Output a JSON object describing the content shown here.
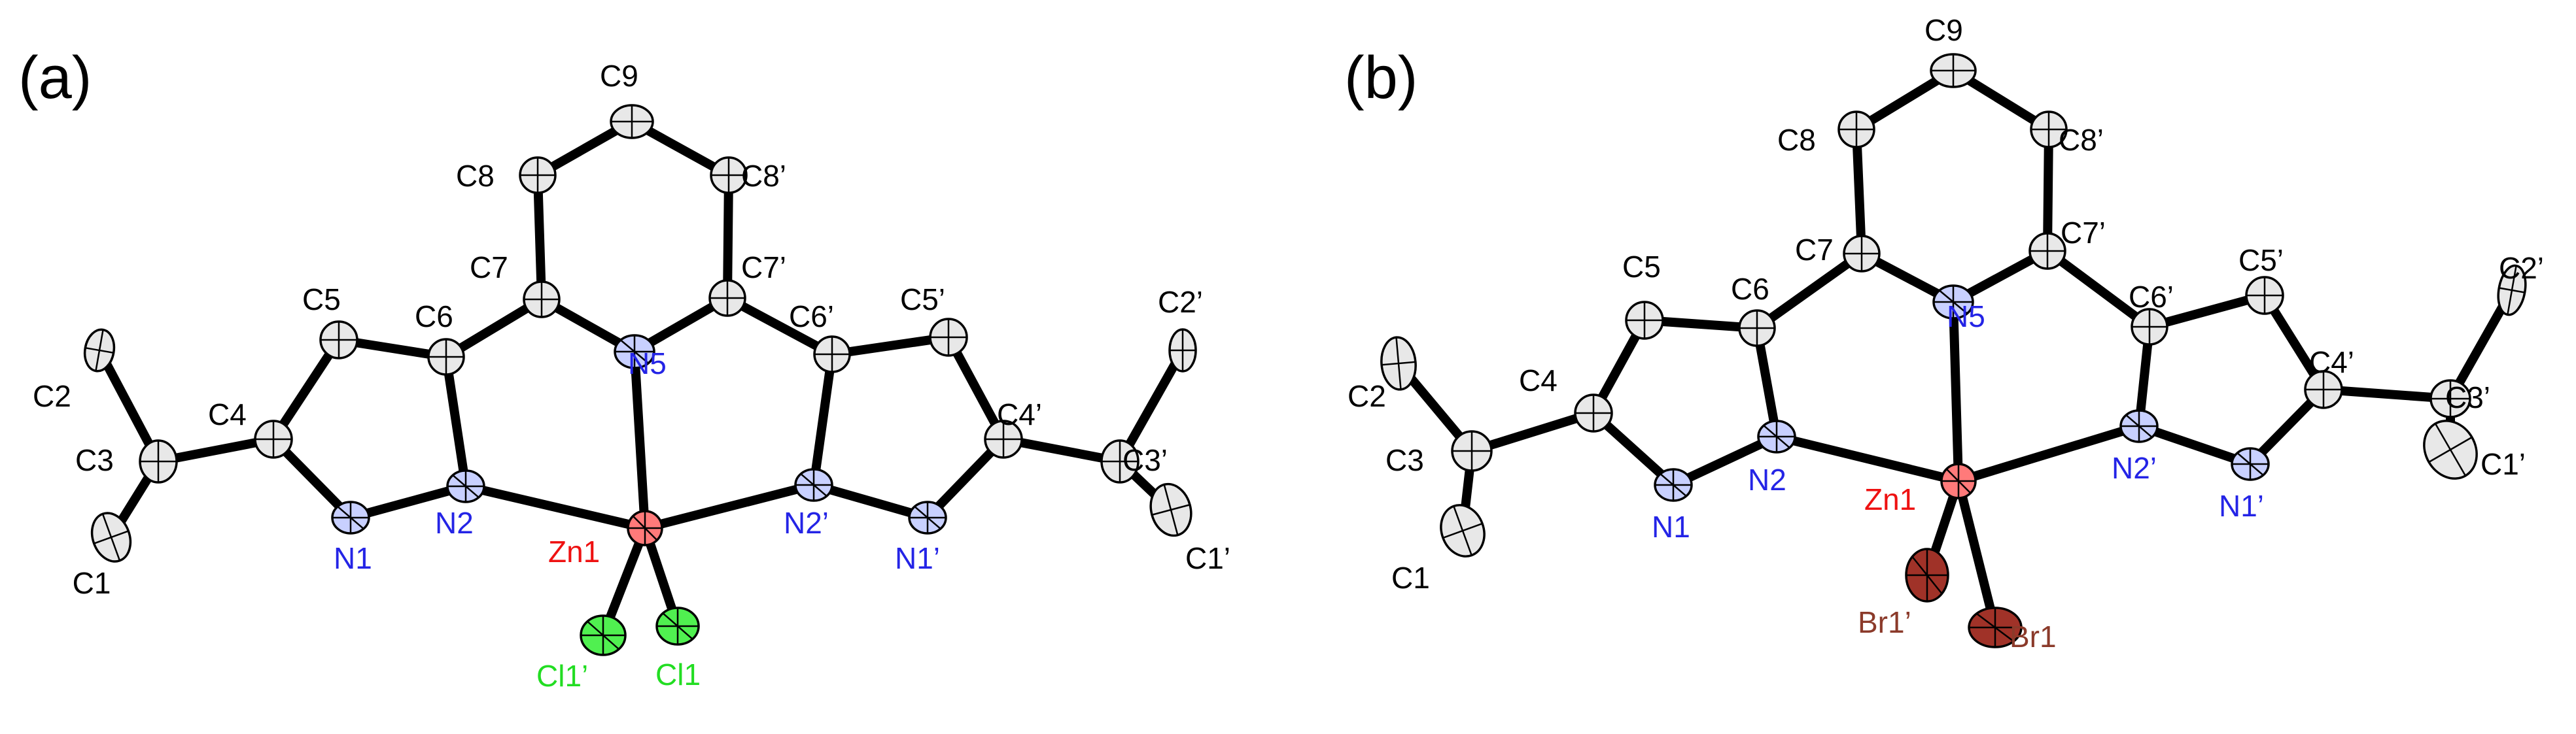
{
  "colors": {
    "carbon": "#e8e8e8",
    "carbon_label": "#000000",
    "nitrogen": "#c8d0ff",
    "nitrogen_label": "#2424e6",
    "zinc": "#ff7a7a",
    "zinc_label": "#ee1111",
    "chlorine": "#50f050",
    "chlorine_label": "#22dd22",
    "bromine": "#a03228",
    "bromine_label": "#8b3a2a"
  },
  "panels": [
    {
      "label": "(a)",
      "atoms": [
        {
          "id": "C1",
          "label": "C1",
          "el": "C"
        },
        {
          "id": "C2",
          "label": "C2",
          "el": "C"
        },
        {
          "id": "C3",
          "label": "C3",
          "el": "C"
        },
        {
          "id": "C4",
          "label": "C4",
          "el": "C"
        },
        {
          "id": "C5",
          "label": "C5",
          "el": "C"
        },
        {
          "id": "C6",
          "label": "C6",
          "el": "C"
        },
        {
          "id": "C7",
          "label": "C7",
          "el": "C"
        },
        {
          "id": "C8",
          "label": "C8",
          "el": "C"
        },
        {
          "id": "C9",
          "label": "C9",
          "el": "C"
        },
        {
          "id": "C8p",
          "label": "C8’",
          "el": "C"
        },
        {
          "id": "C7p",
          "label": "C7’",
          "el": "C"
        },
        {
          "id": "C6p",
          "label": "C6’",
          "el": "C"
        },
        {
          "id": "C5p",
          "label": "C5’",
          "el": "C"
        },
        {
          "id": "C4p",
          "label": "C4’",
          "el": "C"
        },
        {
          "id": "C3p",
          "label": "C3’",
          "el": "C"
        },
        {
          "id": "C2p",
          "label": "C2’",
          "el": "C"
        },
        {
          "id": "C1p",
          "label": "C1’",
          "el": "C"
        },
        {
          "id": "N1",
          "label": "N1",
          "el": "N"
        },
        {
          "id": "N2",
          "label": "N2",
          "el": "N"
        },
        {
          "id": "N5",
          "label": "N5",
          "el": "N"
        },
        {
          "id": "N2p",
          "label": "N2’",
          "el": "N"
        },
        {
          "id": "N1p",
          "label": "N1’",
          "el": "N"
        },
        {
          "id": "Zn1",
          "label": "Zn1",
          "el": "Zn"
        },
        {
          "id": "X1",
          "label": "Cl1",
          "el": "Cl"
        },
        {
          "id": "X1p",
          "label": "Cl1’",
          "el": "Cl"
        }
      ],
      "bonds": [
        [
          "C1",
          "C3"
        ],
        [
          "C2",
          "C3"
        ],
        [
          "C3",
          "C4"
        ],
        [
          "C4",
          "C5"
        ],
        [
          "C4",
          "N1"
        ],
        [
          "C5",
          "C6"
        ],
        [
          "C6",
          "N2"
        ],
        [
          "N1",
          "N2"
        ],
        [
          "C6",
          "C7"
        ],
        [
          "C7",
          "C8"
        ],
        [
          "C8",
          "C9"
        ],
        [
          "C9",
          "C8p"
        ],
        [
          "C8p",
          "C7p"
        ],
        [
          "C7",
          "N5"
        ],
        [
          "C7p",
          "N5"
        ],
        [
          "C7p",
          "C6p"
        ],
        [
          "C6p",
          "C5p"
        ],
        [
          "C6p",
          "N2p"
        ],
        [
          "C5p",
          "C4p"
        ],
        [
          "C4p",
          "N1p"
        ],
        [
          "N2p",
          "N1p"
        ],
        [
          "C4p",
          "C3p"
        ],
        [
          "C3p",
          "C2p"
        ],
        [
          "C3p",
          "C1p"
        ],
        [
          "Zn1",
          "N2"
        ],
        [
          "Zn1",
          "N5"
        ],
        [
          "Zn1",
          "N2p"
        ],
        [
          "Zn1",
          "X1"
        ],
        [
          "Zn1",
          "X1p"
        ]
      ]
    },
    {
      "label": "(b)",
      "atoms": [
        {
          "id": "C1",
          "label": "C1",
          "el": "C"
        },
        {
          "id": "C2",
          "label": "C2",
          "el": "C"
        },
        {
          "id": "C3",
          "label": "C3",
          "el": "C"
        },
        {
          "id": "C4",
          "label": "C4",
          "el": "C"
        },
        {
          "id": "C5",
          "label": "C5",
          "el": "C"
        },
        {
          "id": "C6",
          "label": "C6",
          "el": "C"
        },
        {
          "id": "C7",
          "label": "C7",
          "el": "C"
        },
        {
          "id": "C8",
          "label": "C8",
          "el": "C"
        },
        {
          "id": "C9",
          "label": "C9",
          "el": "C"
        },
        {
          "id": "C8p",
          "label": "C8’",
          "el": "C"
        },
        {
          "id": "C7p",
          "label": "C7’",
          "el": "C"
        },
        {
          "id": "C6p",
          "label": "C6’",
          "el": "C"
        },
        {
          "id": "C5p",
          "label": "C5’",
          "el": "C"
        },
        {
          "id": "C4p",
          "label": "C4’",
          "el": "C"
        },
        {
          "id": "C3p",
          "label": "C3’",
          "el": "C"
        },
        {
          "id": "C2p",
          "label": "C2’",
          "el": "C"
        },
        {
          "id": "C1p",
          "label": "C1’",
          "el": "C"
        },
        {
          "id": "N1",
          "label": "N1",
          "el": "N"
        },
        {
          "id": "N2",
          "label": "N2",
          "el": "N"
        },
        {
          "id": "N5",
          "label": "N5",
          "el": "N"
        },
        {
          "id": "N2p",
          "label": "N2’",
          "el": "N"
        },
        {
          "id": "N1p",
          "label": "N1’",
          "el": "N"
        },
        {
          "id": "Zn1",
          "label": "Zn1",
          "el": "Zn"
        },
        {
          "id": "X1",
          "label": "Br1",
          "el": "Br"
        },
        {
          "id": "X1p",
          "label": "Br1’",
          "el": "Br"
        }
      ],
      "bonds": [
        [
          "C1",
          "C3"
        ],
        [
          "C2",
          "C3"
        ],
        [
          "C3",
          "C4"
        ],
        [
          "C4",
          "C5"
        ],
        [
          "C4",
          "N1"
        ],
        [
          "C5",
          "C6"
        ],
        [
          "C6",
          "N2"
        ],
        [
          "N1",
          "N2"
        ],
        [
          "C6",
          "C7"
        ],
        [
          "C7",
          "C8"
        ],
        [
          "C8",
          "C9"
        ],
        [
          "C9",
          "C8p"
        ],
        [
          "C8p",
          "C7p"
        ],
        [
          "C7",
          "N5"
        ],
        [
          "C7p",
          "N5"
        ],
        [
          "C7p",
          "C6p"
        ],
        [
          "C6p",
          "C5p"
        ],
        [
          "C6p",
          "N2p"
        ],
        [
          "C5p",
          "C4p"
        ],
        [
          "C4p",
          "N1p"
        ],
        [
          "N2p",
          "N1p"
        ],
        [
          "C4p",
          "C3p"
        ],
        [
          "C3p",
          "C2p"
        ],
        [
          "C3p",
          "C1p"
        ],
        [
          "Zn1",
          "N2"
        ],
        [
          "Zn1",
          "N5"
        ],
        [
          "Zn1",
          "N2p"
        ],
        [
          "Zn1",
          "X1"
        ],
        [
          "Zn1",
          "X1p"
        ]
      ]
    }
  ]
}
